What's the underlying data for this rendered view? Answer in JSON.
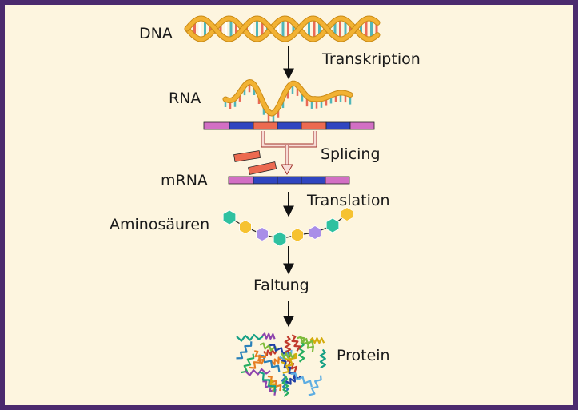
{
  "labels": {
    "dna": "DNA",
    "transcription": "Transkription",
    "rna": "RNA",
    "splicing": "Splicing",
    "mrna": "mRNA",
    "translation": "Translation",
    "amino_acids": "Aminosäuren",
    "folding": "Faltung",
    "protein": "Protein"
  },
  "colors": {
    "border": "#4b2a6e",
    "background": "#fdf5df",
    "helix_backbone": "#f2b233",
    "helix_backbone_dark": "#c98a16",
    "base_teal": "#52b6b9",
    "base_red": "#ea6a57",
    "base_white": "#ffffff",
    "strand_pink": "#d26fc4",
    "strand_blue": "#2f45c0",
    "strand_red": "#ec6a50",
    "splice_arrow": "#f4d2cc",
    "amino_teal": "#2fc1a0",
    "amino_yellow": "#f6c230",
    "amino_purple": "#a98ee8",
    "arrow": "#111111"
  },
  "icons": [
    "dna-helix-icon",
    "rna-strand-icon",
    "protein-structure-icon"
  ]
}
